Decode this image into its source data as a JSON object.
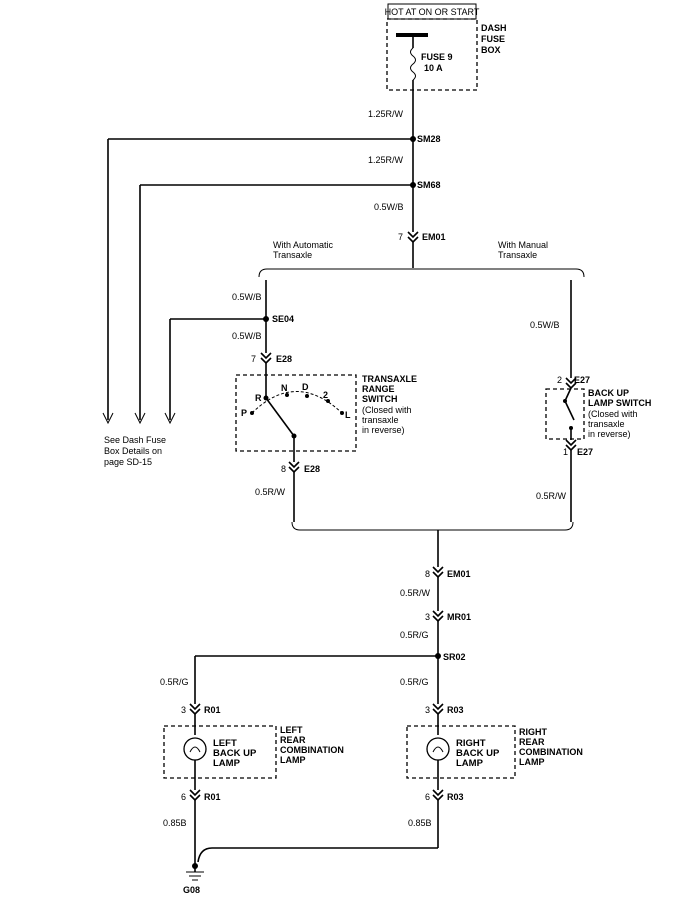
{
  "power_header": "HOT AT ON OR START",
  "fuse_box": {
    "name_line1": "DASH",
    "name_line2": "FUSE",
    "name_line3": "BOX",
    "fuse_line1": "FUSE 9",
    "fuse_line2": "10 A"
  },
  "wires": {
    "w1": "1.25R/W",
    "w2": "1.25R/W",
    "w3": "0.5W/B",
    "w4": "0.5W/B",
    "w5": "0.5W/B",
    "w6": "0.5W/B",
    "w7": "0.5R/W",
    "w8": "0.5R/W",
    "w9": "0.5R/W",
    "w10": "0.5R/G",
    "w11": "0.5R/G",
    "w12": "0.5R/G",
    "w13": "0.85B",
    "w14": "0.85B"
  },
  "splices": {
    "sm28": "SM28",
    "sm68": "SM68",
    "se04": "SE04",
    "sr02": "SR02"
  },
  "connectors": {
    "em01_top_pin": "7",
    "em01_top": "EM01",
    "e28_top_pin": "7",
    "e28_top": "E28",
    "e28_bot_pin": "8",
    "e28_bot": "E28",
    "e27_top_pin": "2",
    "e27_top": "E27",
    "e27_bot_pin": "1",
    "e27_bot": "E27",
    "em01_bot_pin": "8",
    "em01_bot": "EM01",
    "mr01_pin": "3",
    "mr01": "MR01",
    "r01_top_pin": "3",
    "r01_top": "R01",
    "r01_bot_pin": "6",
    "r01_bot": "R01",
    "r03_top_pin": "3",
    "r03_top": "R03",
    "r03_bot_pin": "6",
    "r03_bot": "R03"
  },
  "branches": {
    "auto_line1": "With Automatic",
    "auto_line2": "Transaxle",
    "manual_line1": "With Manual",
    "manual_line2": "Transaxle"
  },
  "transaxle_switch": {
    "name_line1": "TRANSAXLE",
    "name_line2": "RANGE",
    "name_line3": "SWITCH",
    "note_line1": "(Closed with",
    "note_line2": "transaxle",
    "note_line3": "in reverse)",
    "positions": [
      "P",
      "R",
      "N",
      "D",
      "2",
      "L"
    ]
  },
  "backup_switch": {
    "name_line1": "BACK UP",
    "name_line2": "LAMP SWITCH",
    "note_line1": "(Closed with",
    "note_line2": "transaxle",
    "note_line3": "in reverse)"
  },
  "fuse_note": {
    "line1": "See Dash Fuse",
    "line2": "Box Details on",
    "line3": "page SD-15"
  },
  "left_lamp": {
    "inner_line1": "LEFT",
    "inner_line2": "BACK UP",
    "inner_line3": "LAMP",
    "name_line1": "LEFT",
    "name_line2": "REAR",
    "name_line3": "COMBINATION",
    "name_line4": "LAMP"
  },
  "right_lamp": {
    "inner_line1": "RIGHT",
    "inner_line2": "BACK UP",
    "inner_line3": "LAMP",
    "name_line1": "RIGHT",
    "name_line2": "REAR",
    "name_line3": "COMBINATION",
    "name_line4": "LAMP"
  },
  "ground": "G08"
}
